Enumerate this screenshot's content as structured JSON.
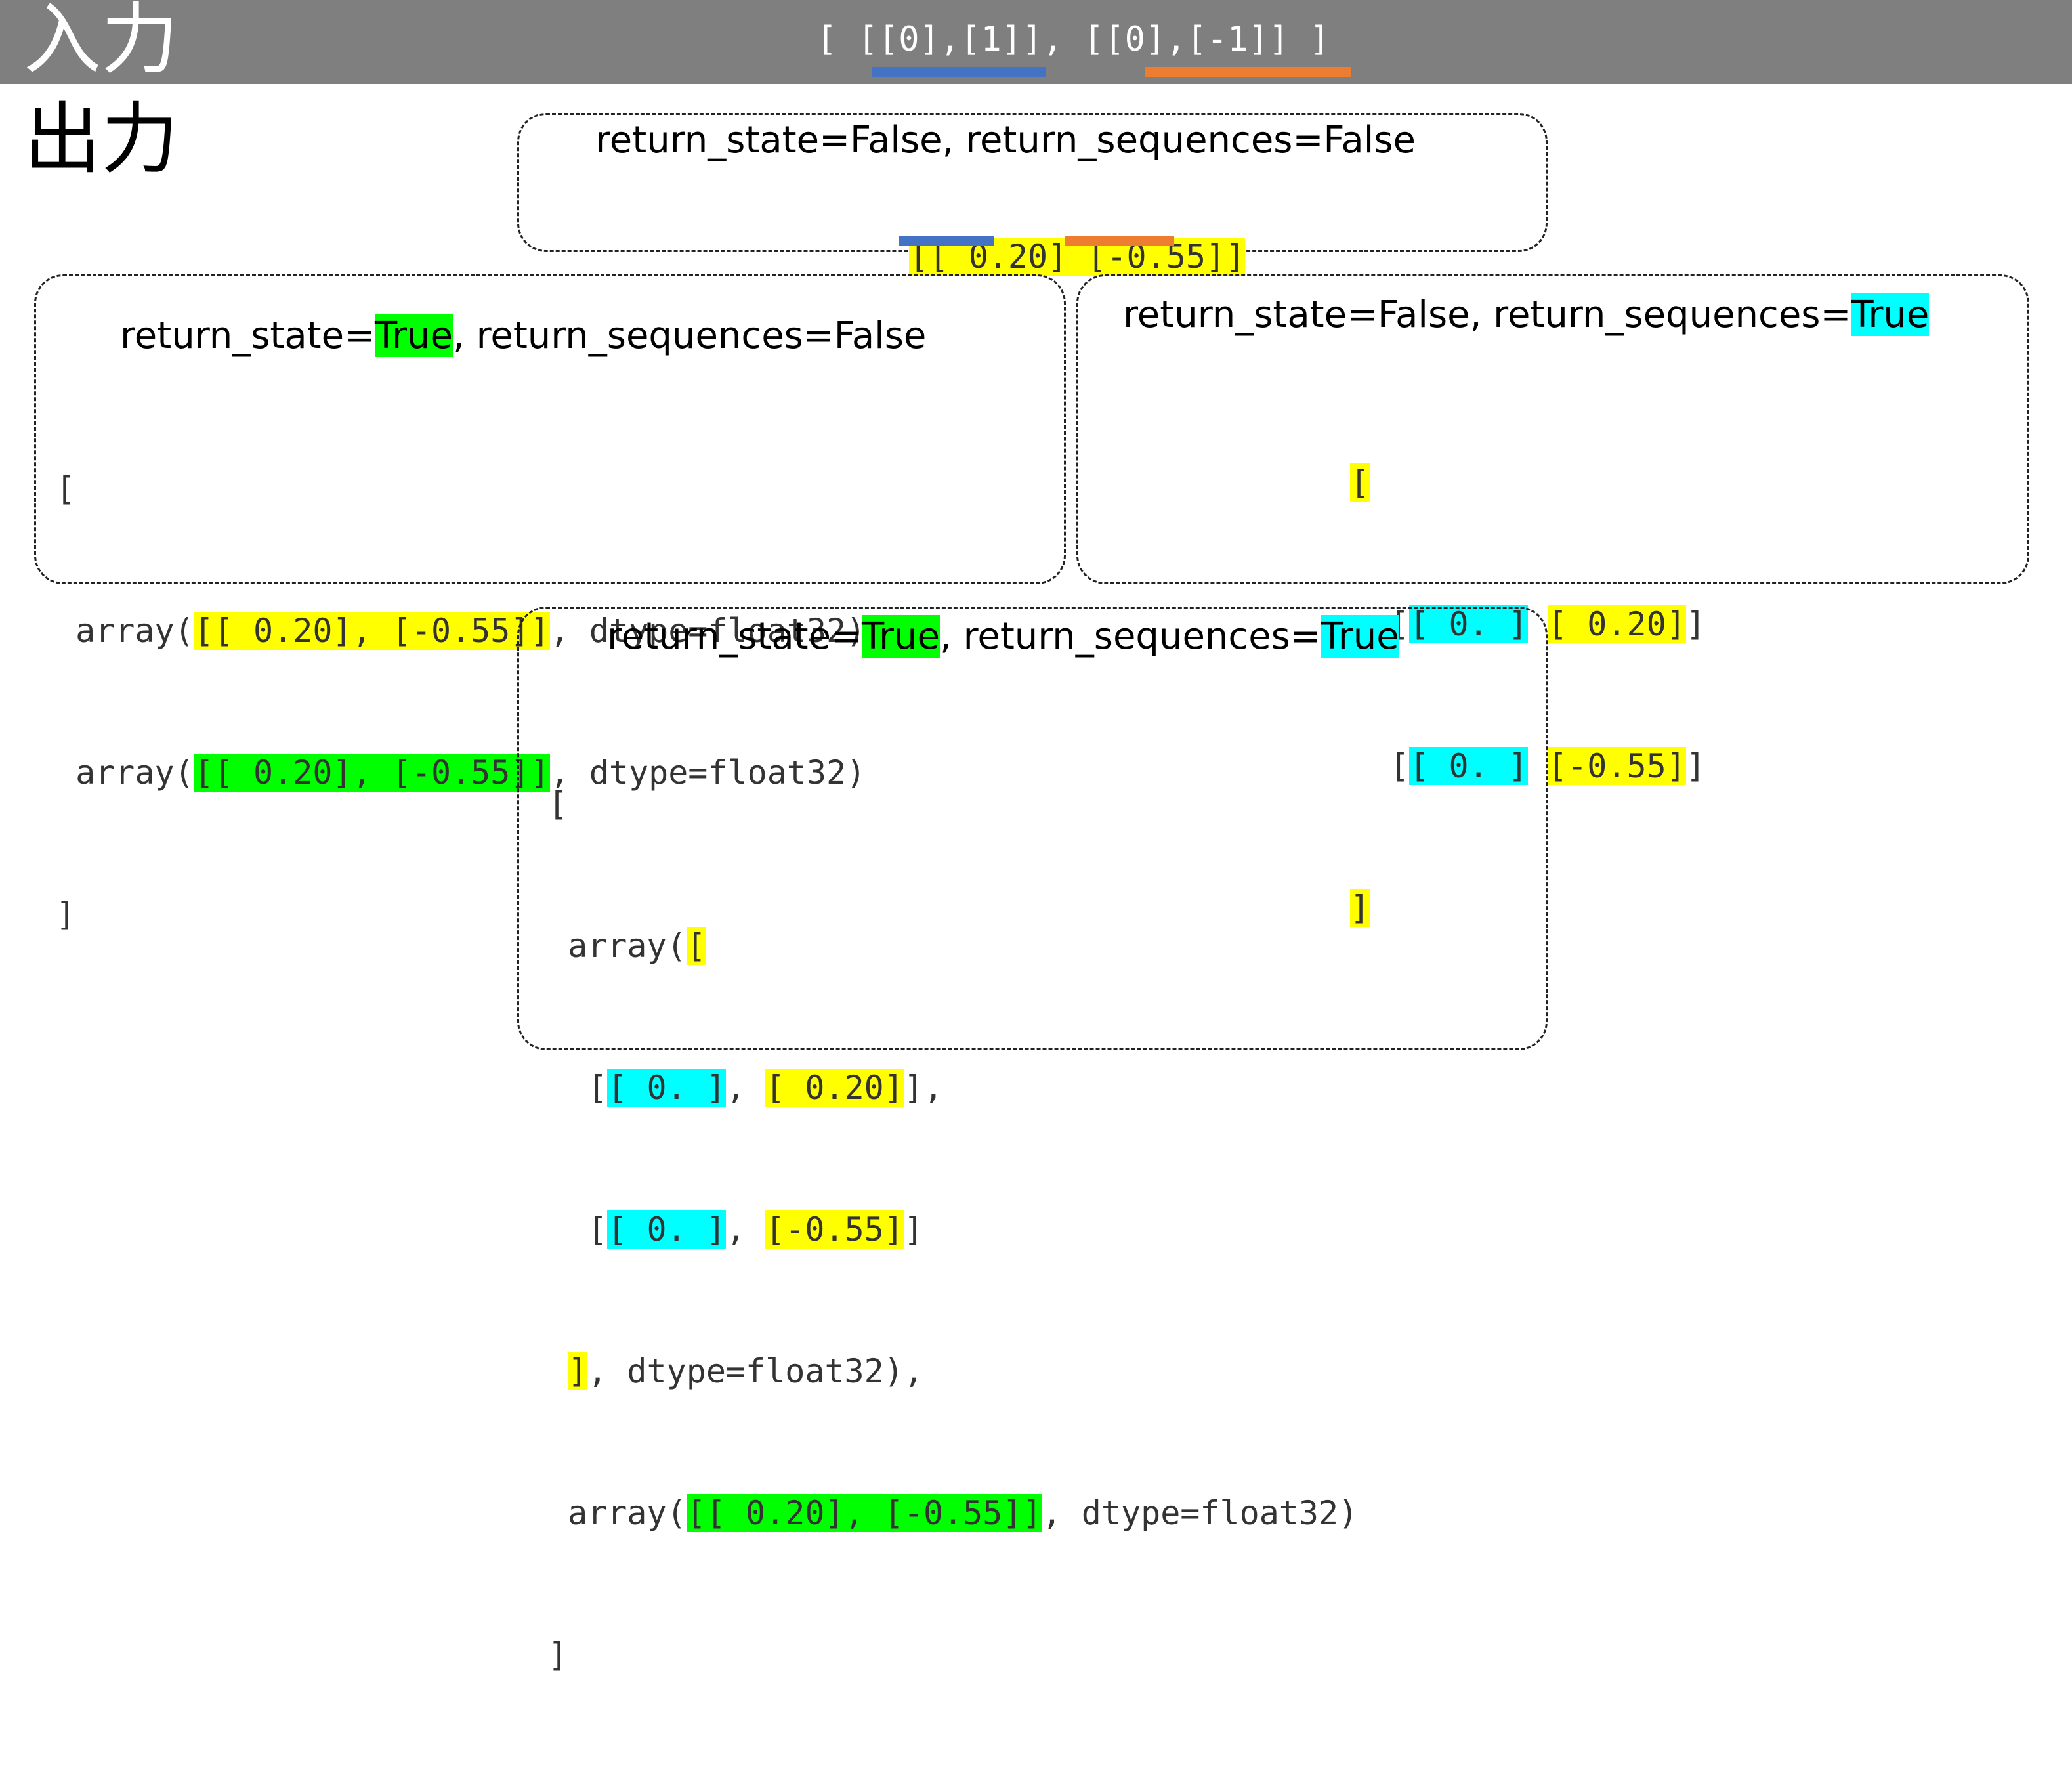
{
  "header": {
    "input_label": "入力",
    "input_expression": "[ [[0],[1]], [[0],[-1]] ]",
    "input_seq1": "[[0],[1]]",
    "input_seq2": "[[0],[-1]]"
  },
  "output_label": "出力",
  "boxes": {
    "ff": {
      "title_prefix": "return_state=False, return_sequences=False",
      "value": "[[ 0.20] [-0.55]]"
    },
    "tf": {
      "title_p1": "return_state=",
      "title_true": "True",
      "title_p2": ", return_sequences=False",
      "lines": {
        "open": "[",
        "l1_pre": " array(",
        "l1_hl": "[[ 0.20], [-0.55]]",
        "l1_post": ", dtype=float32),",
        "l2_pre": " array(",
        "l2_hl": "[[ 0.20], [-0.55]]",
        "l2_post": ", dtype=float32)",
        "close": "]"
      }
    },
    "ft": {
      "title_p1": "return_state=False, return_sequences=",
      "title_true": "True",
      "lines": {
        "open": "[",
        "l1_pre": "[",
        "l1_c": "[ 0. ]",
        "l1_sep": " ",
        "l1_y": "[ 0.20]",
        "l1_post": "]",
        "l2_pre": "[",
        "l2_c": "[ 0. ]",
        "l2_sep": " ",
        "l2_y": "[-0.55]",
        "l2_post": "]",
        "close": "]"
      }
    },
    "tt": {
      "title_p1": "return_state=",
      "title_true1": "True",
      "title_p2": ", return_sequences=",
      "title_true2": "True",
      "lines": {
        "open": "[",
        "l1_pre": " array(",
        "l1_y": "[",
        "l2_pre": "  [",
        "l2_c": "[ 0. ]",
        "l2_sep": ", ",
        "l2_y": "[ 0.20]",
        "l2_post": "],",
        "l3_pre": "  [",
        "l3_c": "[ 0. ]",
        "l3_sep": ", ",
        "l3_y": "[-0.55]",
        "l3_post": "]",
        "l4_y": "]",
        "l4_post": ", dtype=float32),",
        "l5_pre": " array(",
        "l5_g": "[[ 0.20], [-0.55]]",
        "l5_post": ", dtype=float32)",
        "close": "]"
      }
    }
  },
  "colors": {
    "header_bg": "#7f7f7f",
    "seq1_underline": "#4472c4",
    "seq2_underline": "#ed7d31",
    "highlight_yellow": "#ffff00",
    "highlight_green": "#00ff00",
    "highlight_cyan": "#00ffff"
  }
}
